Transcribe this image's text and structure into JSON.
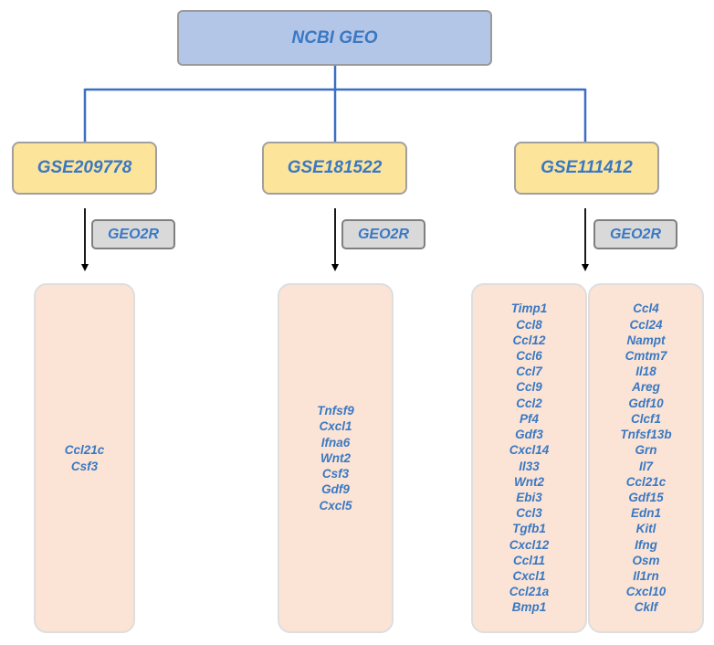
{
  "root": {
    "label": "NCBI GEO"
  },
  "datasets": [
    {
      "label": "GSE209778",
      "tool": "GEO2R",
      "gene_lists": [
        [
          "Ccl21c",
          "Csf3"
        ]
      ]
    },
    {
      "label": "GSE181522",
      "tool": "GEO2R",
      "gene_lists": [
        [
          "Tnfsf9",
          "Cxcl1",
          "Ifna6",
          "Wnt2",
          "Csf3",
          "Gdf9",
          "Cxcl5"
        ]
      ]
    },
    {
      "label": "GSE111412",
      "tool": "GEO2R",
      "gene_lists": [
        [
          "Timp1",
          "Ccl8",
          "Ccl12",
          "Ccl6",
          "Ccl7",
          "Ccl9",
          "Ccl2",
          "Pf4",
          "Gdf3",
          "Cxcl14",
          "Il33",
          "Wnt2",
          "Ebi3",
          "Ccl3",
          "Tgfb1",
          "Cxcl12",
          "Ccl11",
          "Cxcl1",
          "Ccl21a",
          "Bmp1"
        ],
        [
          "Ccl4",
          "Ccl24",
          "Nampt",
          "Cmtm7",
          "Il18",
          "Areg",
          "Gdf10",
          "Clcf1",
          "Tnfsf13b",
          "Grn",
          "Il7",
          "Ccl21c",
          "Gdf15",
          "Edn1",
          "Kitl",
          "Ifng",
          "Osm",
          "Il1rn",
          "Cxcl10",
          "Cklf"
        ]
      ]
    }
  ],
  "colors": {
    "root_fill": "#b4c6e7",
    "dataset_fill": "#fde49b",
    "tool_fill": "#d9d9d9",
    "panel_fill": "#fbe4d6",
    "text": "#3a78c2",
    "connector": "#3a6fc4"
  }
}
